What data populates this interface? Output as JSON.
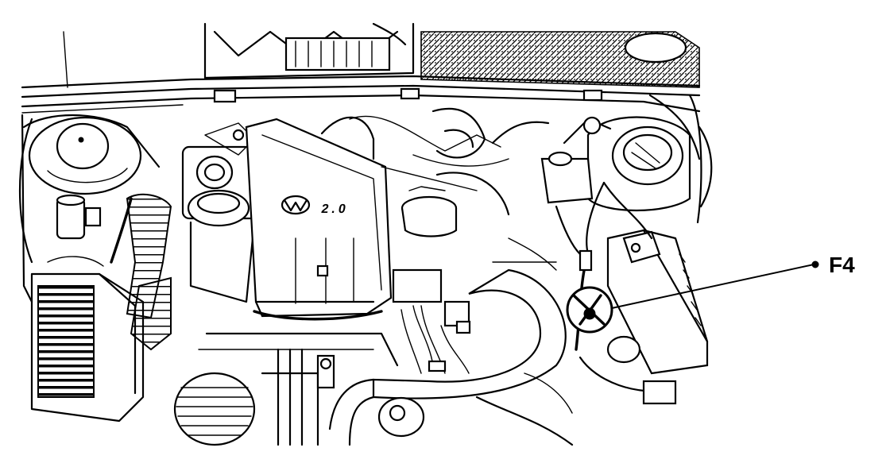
{
  "diagram": {
    "callouts": [
      {
        "id": "F4",
        "label": "F4"
      }
    ],
    "engine_cover_badge": "2.0",
    "colors": {
      "ink": "#000000",
      "paper": "#ffffff"
    }
  }
}
